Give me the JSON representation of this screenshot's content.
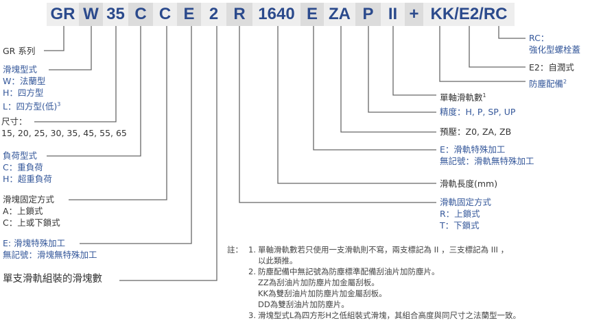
{
  "code_segments": [
    "GR",
    "W",
    "35",
    "C",
    "C",
    "E",
    "2",
    "R",
    "1640",
    "E",
    "ZA",
    "P",
    "II",
    "+",
    "KK/E2/RC"
  ],
  "left_labels": {
    "series": "GR 系列",
    "block_type": {
      "title": "滑塊型式",
      "items": [
        "W：法蘭型",
        "H：四方型",
        "L：四方型(低)"
      ],
      "note_ref": "3"
    },
    "size": {
      "title": "尺寸：",
      "values": "15, 20, 25, 30, 35, 45, 55, 65"
    },
    "load_type": {
      "title": "負荷型式",
      "items": [
        "C：重負荷",
        "H：超重負荷"
      ]
    },
    "block_fixing": {
      "title": "滑塊固定方式",
      "items": [
        "A：上鎖式",
        "C：上或下鎖式"
      ]
    },
    "block_processing": {
      "title": "E: 滑塊特殊加工",
      "items": [
        "無記號：滑塊無特殊加工"
      ]
    },
    "blocks_per_rail": "單支滑軌組裝的滑塊數"
  },
  "right_labels": {
    "rc": {
      "title": "RC：",
      "desc": "強化型螺栓蓋"
    },
    "e2": "E2：自潤式",
    "dust": {
      "title": "防塵配備",
      "note_ref": "2"
    },
    "rails_per_axis": {
      "title": "單軸滑軌數",
      "note_ref": "1"
    },
    "accuracy": "精度：H, P, SP, UP",
    "preload": "預壓：Z0, ZA, ZB",
    "rail_processing": {
      "title": "E：滑軌特殊加工",
      "items": [
        "無記號：滑軌無特殊加工"
      ]
    },
    "rail_length": "滑軌長度(mm)",
    "rail_fixing": {
      "title": "滑軌固定方式",
      "items": [
        "R：上鎖式",
        "T：下鎖式"
      ]
    }
  },
  "notes": {
    "label": "註：",
    "items": [
      {
        "num": "1.",
        "lines": [
          "單軸滑軌數若只使用一支滑軌則不寫，兩支標記為 II ，三支標記為 III ，",
          "以此類推。"
        ]
      },
      {
        "num": "2.",
        "lines": [
          "防塵配備中無記號為防塵標準配備刮油片加防塵片。",
          "ZZ為刮油片加防塵片加金屬刮板。",
          "KK為雙刮油片加防塵片加金屬刮板。",
          "DD為雙刮油片加防塵片。"
        ]
      },
      {
        "num": "3.",
        "lines": [
          "滑塊型式L為四方形H之低組裝式滑塊，其組合高度與同尺寸之法蘭型一致。"
        ]
      }
    ]
  },
  "colors": {
    "code_text": "#2b4a8c",
    "blue_label": "#34579a",
    "line": "#666666"
  }
}
